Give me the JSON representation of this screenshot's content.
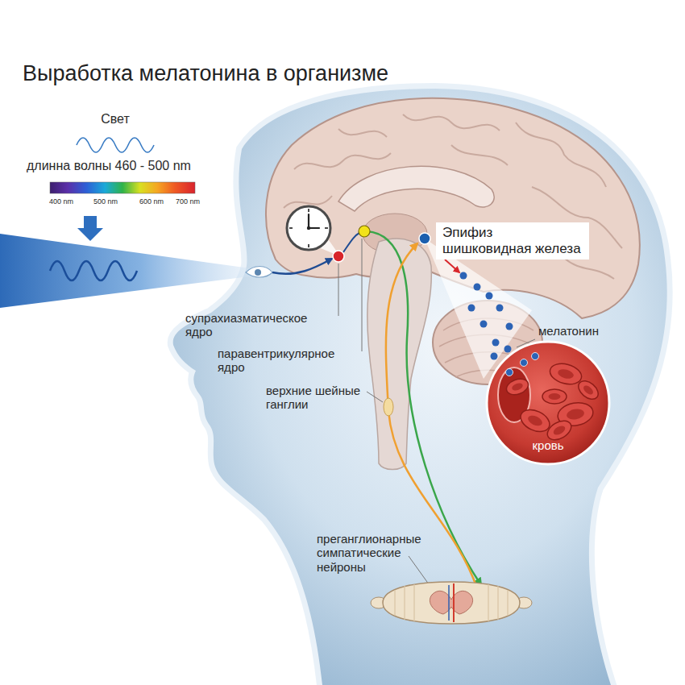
{
  "diagram": {
    "title": "Выработка мелатонина в организме",
    "nodes": [
      {
        "text": [
          "Эпифиз",
          "шишковидная железа"
        ]
      },
      {
        "text": [
          "кровь"
        ]
      }
    ],
    "labels": [
      "Свет",
      "длинна волны 460 - 500 nm",
      "400 nm",
      "500 nm",
      "600 nm",
      "700 nm",
      "супрахиазматическое ядро",
      "паравентрикулярное ядро",
      "верхние шейные ганглии",
      "мелатонин",
      "преганглионарные симпатические нейроны"
    ]
  }
}
